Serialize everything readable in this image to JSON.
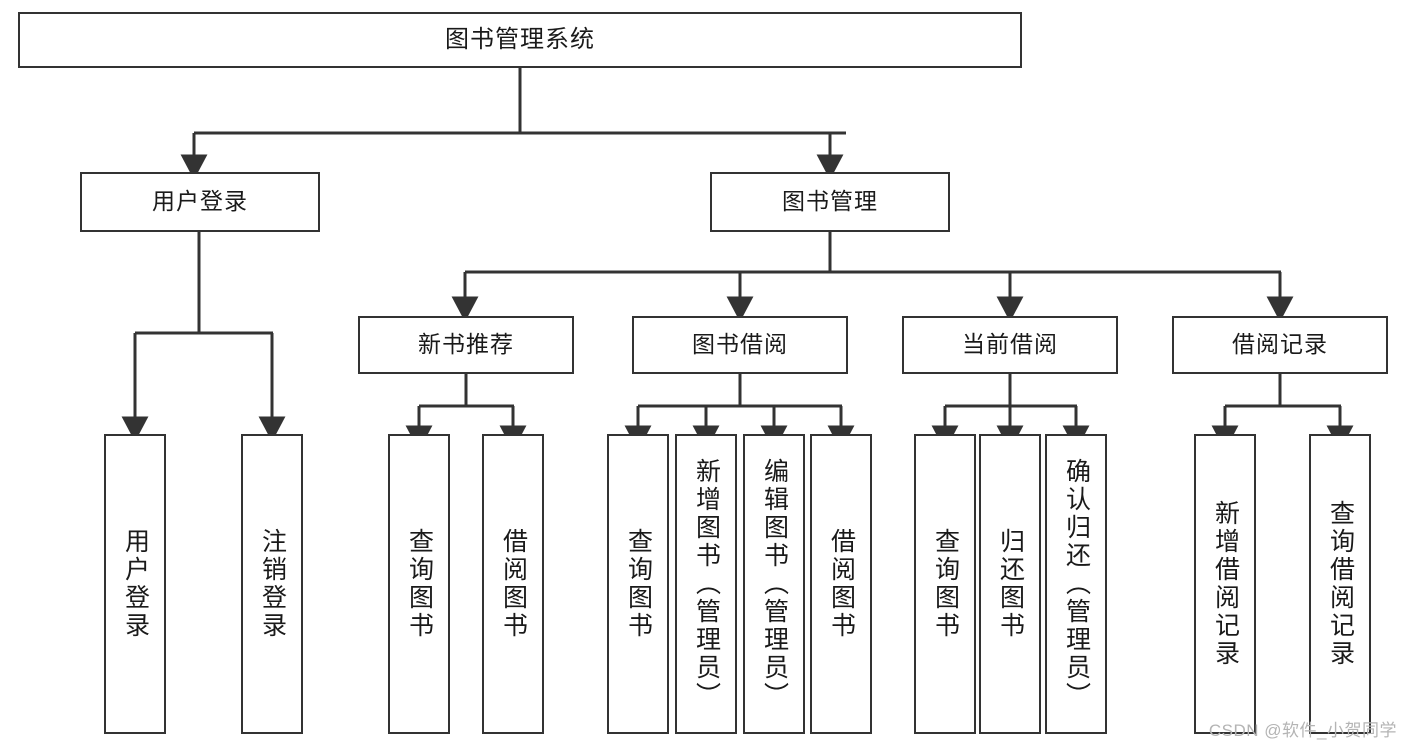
{
  "diagram": {
    "title": "图书管理系统",
    "type": "tree-hierarchy",
    "watermark": "CSDN @软件_小贺同学",
    "colors": {
      "box_border": "#333333",
      "box_fill": "#ffffff",
      "connector": "#333333",
      "text": "#1a1a1a",
      "watermark": "#b4b4b4",
      "background": "#ffffff"
    },
    "nodes": {
      "root": {
        "label": "图书管理系统"
      },
      "level1": [
        {
          "id": "user-login",
          "label": "用户登录"
        },
        {
          "id": "book-management",
          "label": "图书管理"
        }
      ],
      "level2": [
        {
          "id": "new-book-recommend",
          "label": "新书推荐"
        },
        {
          "id": "book-borrow",
          "label": "图书借阅"
        },
        {
          "id": "current-borrow",
          "label": "当前借阅"
        },
        {
          "id": "borrow-record",
          "label": "借阅记录"
        }
      ],
      "leaves": {
        "user-login": [
          {
            "id": "leaf-user-login",
            "label": "用户登录"
          },
          {
            "id": "leaf-logout",
            "label": "注销登录"
          }
        ],
        "new-book-recommend": [
          {
            "id": "leaf-query-book-1",
            "label": "查询图书"
          },
          {
            "id": "leaf-borrow-book-1",
            "label": "借阅图书"
          }
        ],
        "book-borrow": [
          {
            "id": "leaf-query-book-2",
            "label": "查询图书"
          },
          {
            "id": "leaf-add-book",
            "label": "新增图书（管理员）"
          },
          {
            "id": "leaf-edit-book",
            "label": "编辑图书（管理员）"
          },
          {
            "id": "leaf-borrow-book-2",
            "label": "借阅图书"
          }
        ],
        "current-borrow": [
          {
            "id": "leaf-query-book-3",
            "label": "查询图书"
          },
          {
            "id": "leaf-return-book",
            "label": "归还图书"
          },
          {
            "id": "leaf-confirm-return",
            "label": "确认归还（管理员）"
          }
        ],
        "borrow-record": [
          {
            "id": "leaf-add-record",
            "label": "新增借阅记录"
          },
          {
            "id": "leaf-query-record",
            "label": "查询借阅记录"
          }
        ]
      }
    }
  }
}
